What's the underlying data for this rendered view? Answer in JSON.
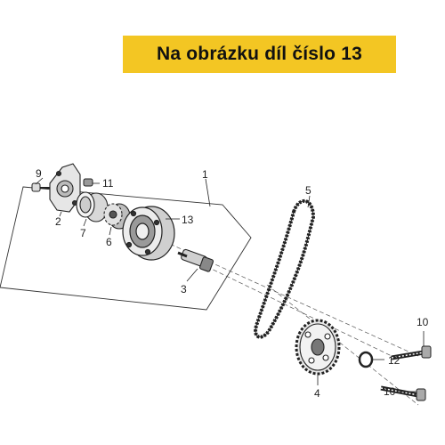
{
  "banner": {
    "text": "Na obrázku díl číslo 13"
  },
  "callouts": {
    "c1": "1",
    "c2": "2",
    "c3": "3",
    "c4": "4",
    "c5": "5",
    "c6": "6",
    "c7": "7",
    "c9": "9",
    "c10a": "10",
    "c10b": "10",
    "c11": "11",
    "c12": "12",
    "c13": "13"
  },
  "colors": {
    "banner": "#f3c623",
    "line": "#222222"
  }
}
